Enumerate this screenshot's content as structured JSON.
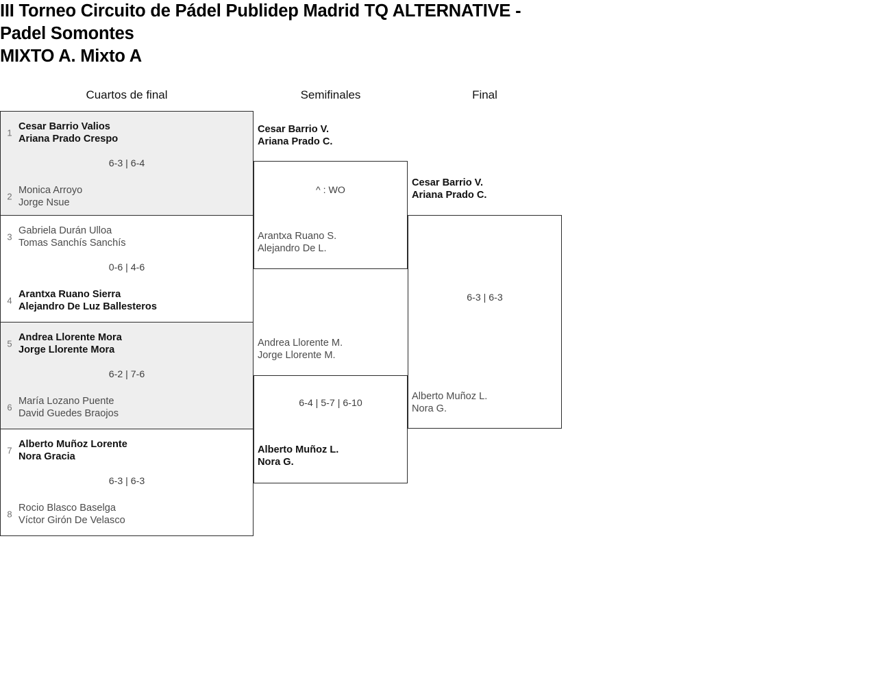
{
  "header": {
    "line1": "III Torneo Circuito de Pádel Publidep Madrid TQ ALTERNATIVE -",
    "line2": "Padel Somontes",
    "line3": "MIXTO A. Mixto A"
  },
  "rounds": [
    {
      "label": "Cuartos de final"
    },
    {
      "label": "Semifinales"
    },
    {
      "label": "Final"
    }
  ],
  "colors": {
    "shaded_row": "#eeeeee",
    "border": "#2b2b2b",
    "winner_text": "#111111",
    "loser_text": "#4b4b4b",
    "seed_text": "#6f6f6f"
  },
  "quarterfinals": [
    {
      "shaded": true,
      "score": "6-3 | 6-4",
      "top": {
        "seed": "1",
        "player1": "Cesar Barrio Valios",
        "player2": "Ariana Prado Crespo",
        "outcome": "winner"
      },
      "bottom": {
        "seed": "2",
        "player1": "Monica Arroyo",
        "player2": "Jorge Nsue",
        "outcome": "loser"
      }
    },
    {
      "shaded": false,
      "score": "0-6 | 4-6",
      "top": {
        "seed": "3",
        "player1": "Gabriela Durán Ulloa",
        "player2": "Tomas Sanchís Sanchís",
        "outcome": "loser"
      },
      "bottom": {
        "seed": "4",
        "player1": "Arantxa Ruano Sierra",
        "player2": "Alejandro De Luz Ballesteros",
        "outcome": "winner"
      }
    },
    {
      "shaded": true,
      "score": "6-2 | 7-6",
      "top": {
        "seed": "5",
        "player1": "Andrea Llorente Mora",
        "player2": "Jorge Llorente Mora",
        "outcome": "winner"
      },
      "bottom": {
        "seed": "6",
        "player1": "María Lozano Puente",
        "player2": "David Guedes Braojos",
        "outcome": "loser"
      }
    },
    {
      "shaded": false,
      "score": "6-3 | 6-3",
      "top": {
        "seed": "7",
        "player1": "Alberto Muñoz Lorente",
        "player2": "Nora Gracia",
        "outcome": "winner"
      },
      "bottom": {
        "seed": "8",
        "player1": "Rocio Blasco Baselga",
        "player2": "Víctor Girón De Velasco",
        "outcome": "loser"
      }
    }
  ],
  "semifinals": [
    {
      "score": "^ : WO",
      "top": {
        "player1": "Cesar Barrio V.",
        "player2": "Ariana Prado C.",
        "outcome": "winner"
      },
      "bottom": {
        "player1": "Arantxa Ruano S.",
        "player2": "Alejandro De L.",
        "outcome": "loser"
      }
    },
    {
      "score": "6-4 | 5-7 | 6-10",
      "top": {
        "player1": "Andrea Llorente M.",
        "player2": "Jorge Llorente M.",
        "outcome": "loser"
      },
      "bottom": {
        "player1": "Alberto Muñoz L.",
        "player2": "Nora G.",
        "outcome": "winner"
      }
    }
  ],
  "final": {
    "score": "6-3 | 6-3",
    "top": {
      "player1": "Cesar Barrio V.",
      "player2": "Ariana Prado C.",
      "outcome": "winner"
    },
    "bottom": {
      "player1": "Alberto Muñoz L.",
      "player2": "Nora G.",
      "outcome": "loser"
    }
  }
}
